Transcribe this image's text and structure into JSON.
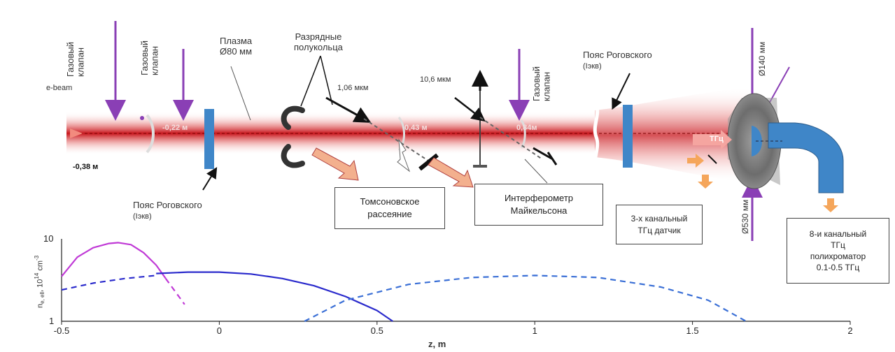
{
  "gas_valve_1": [
    "Газовый",
    "клапан"
  ],
  "gas_valve_2": [
    "Газовый",
    "клапан"
  ],
  "gas_valve_3": [
    "Газовый",
    "клапан"
  ],
  "ebeam": "e-beam",
  "plasma": [
    "Плазма",
    "Ø80 мм"
  ],
  "discharge": [
    "Разрядные",
    "полукольца"
  ],
  "rogowski_top": [
    "Пояс Роговского",
    "(Iэкв)"
  ],
  "rogowski_bottom": [
    "Пояс Роговского",
    "(Iэкв)"
  ],
  "laser_106": "1,06 мкм",
  "laser_106b": "10,6 мкм",
  "pos_start": "-0,38 м",
  "pos_1": "-0,22 м",
  "pos_2": "0,43 м",
  "pos_3": "0,84м",
  "thz_arrow": "ТГц",
  "d140": "Ø140 мм",
  "d530": "Ø530 мм",
  "box_thomson": [
    "Томсоновское",
    "рассеяние"
  ],
  "box_michelson": [
    "Интерферометр",
    "Майкельсона"
  ],
  "box_3ch": [
    "3-х канальный",
    "ТГц датчик"
  ],
  "box_8ch": [
    "8-и канальный",
    "ТГц",
    "полихроматор",
    "0.1-0.5 ТГц"
  ],
  "colors": {
    "plasma_red": "#c8161d",
    "purple": "#8a3fb5",
    "rogowski_blue": "#3f86c8",
    "peach": "#f3b08e",
    "orange": "#f5a65b",
    "profile_purple": "#c03ad6",
    "profile_blue": "#2a2acc",
    "profile_blue_light": "#3a6fd6"
  },
  "chart_data": {
    "type": "line",
    "xlabel": "z, m",
    "ylabel": "n e, ell 10 14 cm -3",
    "xlim": [
      -0.5,
      2
    ],
    "ylim": [
      1,
      10
    ],
    "yscale": "log",
    "x_ticks": [
      "-0.5",
      "0",
      "0.5",
      "1",
      "1.5",
      "2"
    ],
    "y_ticks": [
      "10",
      "1"
    ],
    "series": [
      {
        "style": "solid",
        "color": "#c03ad6",
        "x": [
          -0.5,
          -0.45,
          -0.4,
          -0.35,
          -0.32,
          -0.28,
          -0.24,
          -0.2,
          -0.17
        ],
        "y": [
          3.5,
          6.0,
          7.8,
          8.8,
          9.0,
          8.5,
          6.8,
          4.8,
          3.3
        ]
      },
      {
        "style": "dashed",
        "color": "#c03ad6",
        "x": [
          -0.17,
          -0.14,
          -0.11
        ],
        "y": [
          3.3,
          2.3,
          1.6
        ]
      },
      {
        "style": "dashed",
        "color": "#2a2acc",
        "x": [
          -0.5,
          -0.4,
          -0.3,
          -0.2
        ],
        "y": [
          2.4,
          2.9,
          3.3,
          3.6
        ]
      },
      {
        "style": "solid",
        "color": "#2a2acc",
        "x": [
          -0.2,
          -0.1,
          0.0,
          0.1,
          0.2,
          0.3,
          0.4,
          0.5,
          0.55
        ],
        "y": [
          3.8,
          3.95,
          3.95,
          3.75,
          3.3,
          2.7,
          2.0,
          1.35,
          1.0
        ]
      },
      {
        "style": "dashed",
        "color": "#3a6fd6",
        "x": [
          0.27,
          0.4,
          0.6,
          0.8,
          1.0,
          1.2,
          1.4,
          1.55,
          1.67
        ],
        "y": [
          1.0,
          1.8,
          2.8,
          3.4,
          3.6,
          3.4,
          2.6,
          1.8,
          1.0
        ]
      }
    ]
  }
}
